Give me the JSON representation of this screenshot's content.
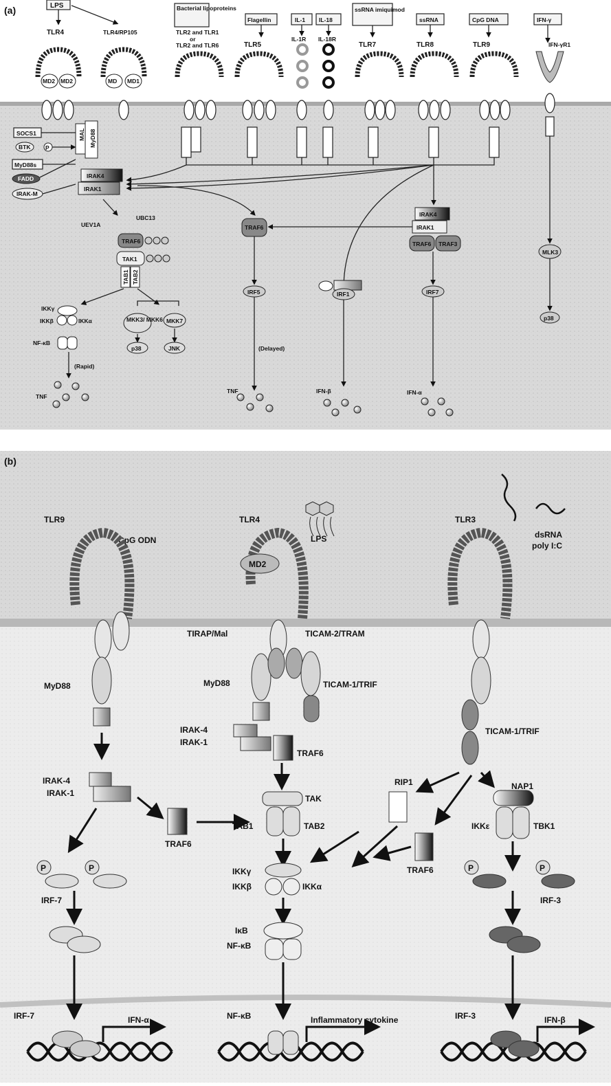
{
  "panel_a": {
    "label": "(a)",
    "ligands": [
      "LPS",
      "Bacterial lipoproteins",
      "Flagellin",
      "IL-1",
      "IL-18",
      "ssRNA imiquimod",
      "ssRNA",
      "CpG DNA",
      "IFN-γ"
    ],
    "receptors": [
      "TLR4",
      "TLR4/RP105",
      "TLR2 and TLR1",
      "or",
      "TLR2 and TLR6",
      "TLR5",
      "IL-1R",
      "IL-18R",
      "TLR7",
      "TLR8",
      "TLR9",
      "IFN-γR1"
    ],
    "md": [
      "MD2",
      "MD2",
      "MD",
      "MD1"
    ],
    "regulators": [
      "SOCS1",
      "BTK",
      "MyD88s",
      "FADD",
      "IRAK-M",
      "P"
    ],
    "adaptors": [
      "MAL",
      "MyD88",
      "IRAK4",
      "IRAK1"
    ],
    "mid": [
      "UEV1A",
      "UBC13",
      "TRAF6",
      "TAK1",
      "TAB1",
      "TAB2"
    ],
    "ikk": [
      "IKKγ",
      "IKKβ",
      "IKKα",
      "NF-κB"
    ],
    "mapk": [
      "MKK3/ MKK6",
      "MKK7",
      "p38",
      "JNK"
    ],
    "central": [
      "TRAF6",
      "IRF5",
      "IRF1",
      "IRAK4",
      "IRAK1",
      "TRAF6",
      "TRAF3",
      "IRF7",
      "MLK3",
      "p38"
    ],
    "outputs": [
      "(Rapid)",
      "TNF",
      "(Delayed)",
      "TNF",
      "IFN-β",
      "IFN-α"
    ]
  },
  "panel_b": {
    "label": "(b)",
    "receptors": [
      "TLR9",
      "CpG ODN",
      "TLR4",
      "MD2",
      "LPS",
      "TLR3",
      "dsRNA",
      "poly I:C"
    ],
    "adaptors": [
      "MyD88",
      "TIRAP/Mal",
      "TICAM-2/TRAM",
      "MyD88",
      "TICAM-1/TRIF",
      "TICAM-1/TRIF"
    ],
    "kinases": [
      "IRAK-4",
      "IRAK-1",
      "IRAK-4",
      "IRAK-1",
      "TRAF6",
      "TRAF6",
      "RIP1",
      "NAP1",
      "IKKε",
      "TBK1",
      "TAK",
      "TAB1",
      "TAB2",
      "TRAF6"
    ],
    "ikk": [
      "IKKγ",
      "IKKβ",
      "IKKα",
      "IκB",
      "NF-κB"
    ],
    "irf": [
      "P",
      "P",
      "IRF-7",
      "P",
      "P",
      "IRF-3"
    ],
    "nuclear": [
      "IRF-7",
      "IFN-α",
      "NF-κB",
      "Inflammatory cytokine",
      "IRF-3",
      "IFN-β"
    ]
  }
}
